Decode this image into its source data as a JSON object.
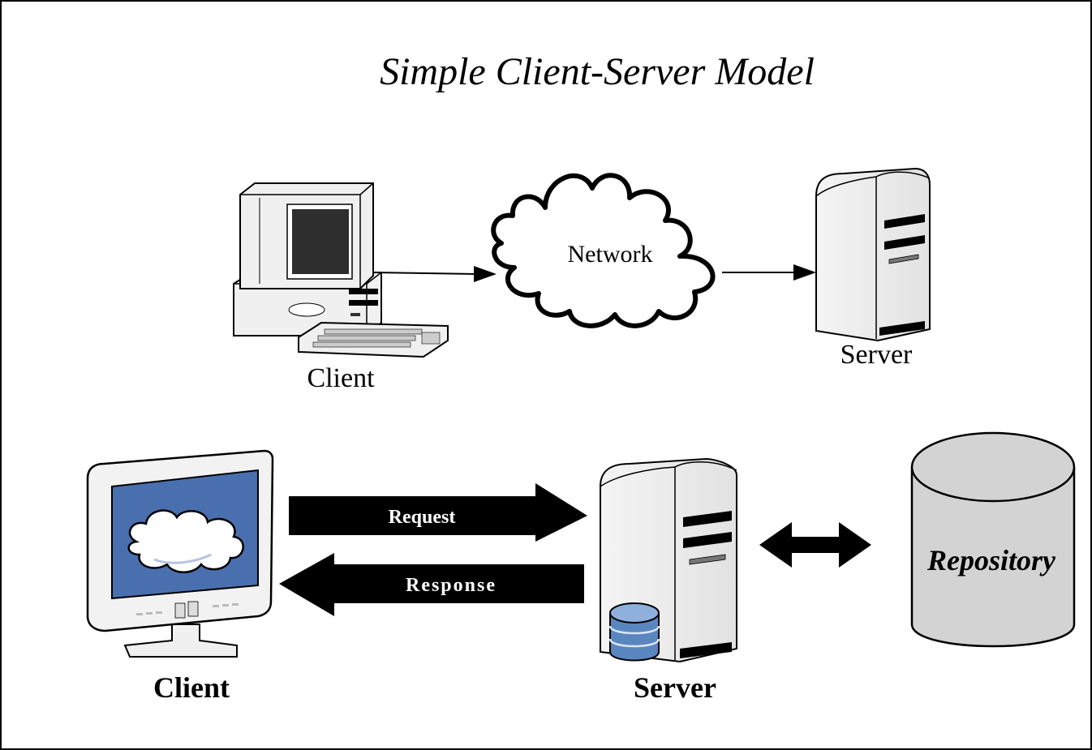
{
  "title": "Simple Client-Server Model",
  "top_diagram": {
    "client_label": "Client",
    "network_label": "Network",
    "server_label": "Server"
  },
  "bottom_diagram": {
    "client_label": "Client",
    "server_label": "Server",
    "repository_label": "Repository",
    "request_label": "Request",
    "response_label": "Response"
  },
  "colors": {
    "monitor_screen": "#4a6faf",
    "database_icon": "#5a86c0",
    "repository_fill": "#d3d3d3",
    "arrow_fill": "#000000"
  }
}
